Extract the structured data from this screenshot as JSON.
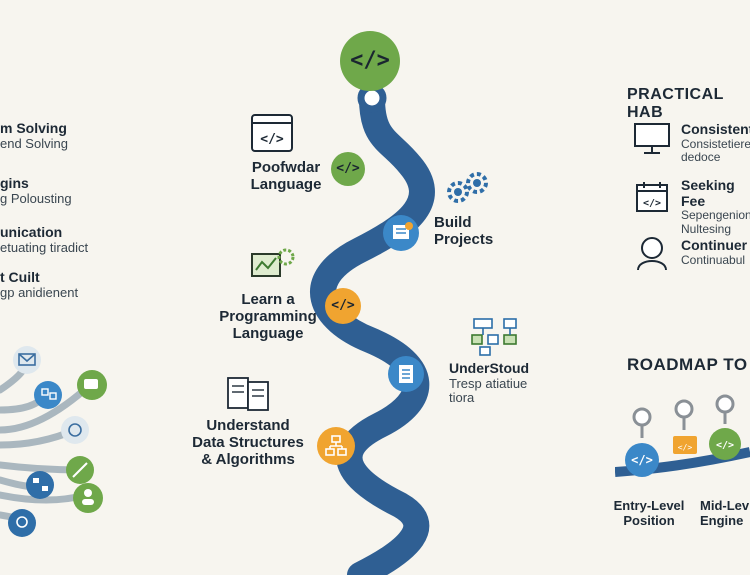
{
  "left": {
    "items": [
      {
        "title": "m Solving",
        "sub": "end Solving"
      },
      {
        "title": "gins",
        "sub": "g Polousting"
      },
      {
        "title": "unication",
        "sub": "etuating tiradict"
      },
      {
        "title": "t Cuilt",
        "sub": "gp anidienent"
      }
    ]
  },
  "center": {
    "top_code": "</>",
    "steps": [
      {
        "title": "Poofwdar\nLanguage",
        "code": "</>"
      },
      {
        "title": "Build\nProjects"
      },
      {
        "title": "Learn a\nProgramming\nLanguage",
        "code": "</>"
      },
      {
        "title": "UnderStoud",
        "sub": "Tresp atiatiue\ntiora"
      },
      {
        "title": "Understand\nData Structures\n& Algorithms"
      }
    ]
  },
  "right": {
    "heading": "PRACTICAL HAB",
    "habits": [
      {
        "title": "Consistent",
        "sub": "Consistetiere\ndedoce"
      },
      {
        "title": "Seeking Fee",
        "sub": "Sepengenion\nNultesing"
      },
      {
        "title": "Continuer",
        "sub": "Continuabul"
      }
    ],
    "roadmap_heading": "ROADMAP TO",
    "roadmap_code": "</>",
    "milestones": [
      {
        "label": "Entry-Level\nPosition"
      },
      {
        "label": "Mid-Lev\nEngine"
      }
    ]
  },
  "colors": {
    "path": "#2f5f93",
    "green": "#6fa84a",
    "blue": "#3b88c8",
    "orange": "#f0a430",
    "branch": "#aab7bf"
  }
}
